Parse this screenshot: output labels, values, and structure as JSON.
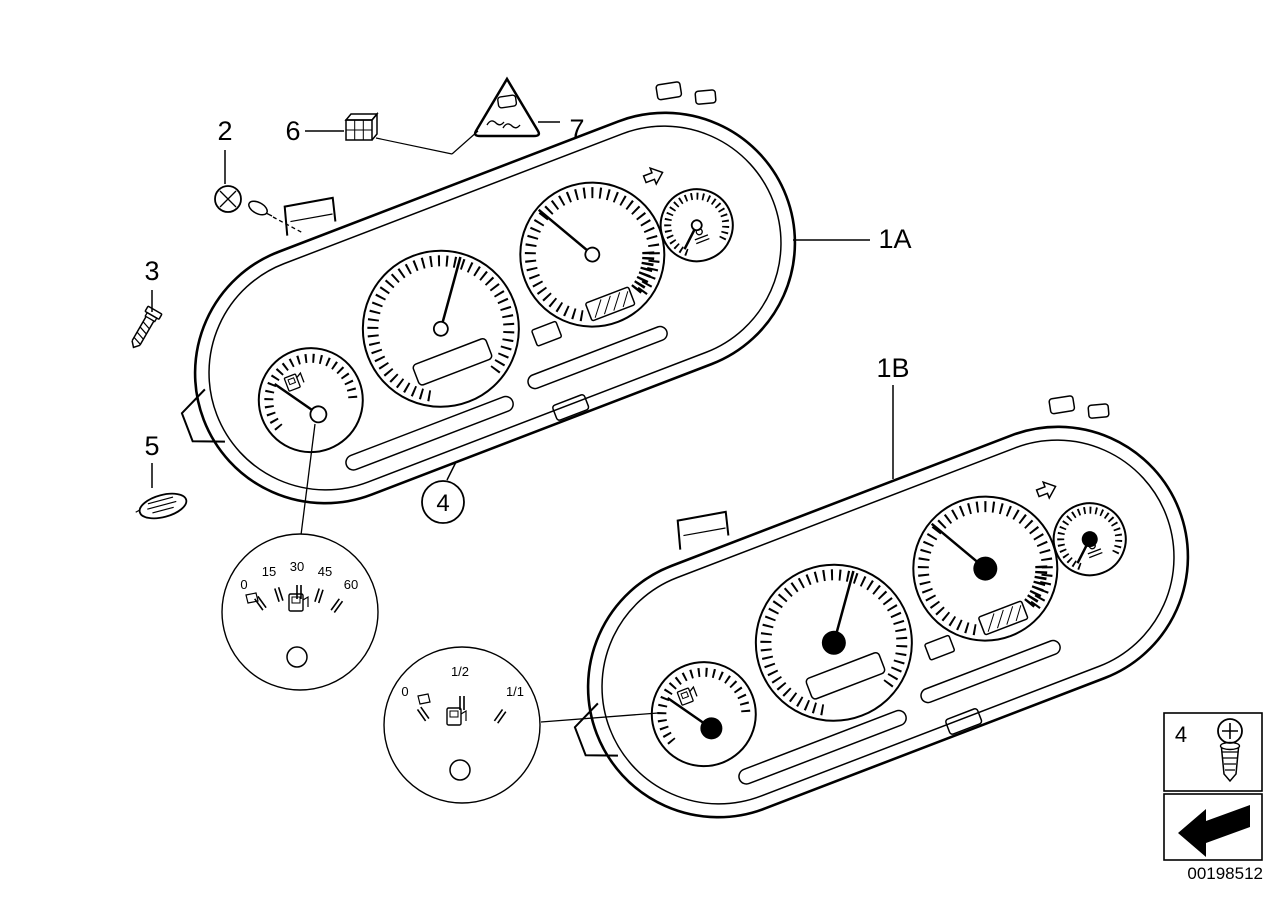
{
  "diagram": {
    "colors": {
      "line": "#000000",
      "background": "#ffffff"
    },
    "callouts": {
      "item2": "2",
      "item3": "3",
      "item4_circled": "4",
      "item5": "5",
      "item6": "6",
      "item7": "7",
      "cluster_a": "1A",
      "cluster_b": "1B"
    },
    "detail_economy_gauge": {
      "ticks": [
        "0",
        "15",
        "30",
        "45",
        "60"
      ]
    },
    "detail_fuel_gauge": {
      "ticks": [
        "0",
        "1/2",
        "1/1"
      ]
    },
    "legend_box": {
      "item_number": "4"
    },
    "doc_number": "00198512"
  }
}
